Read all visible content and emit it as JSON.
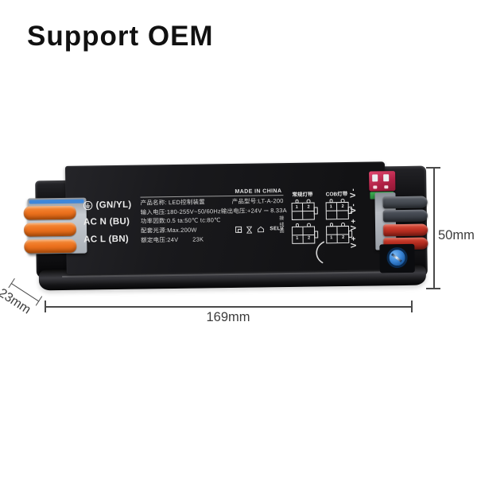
{
  "header": {
    "title": "Support OEM"
  },
  "device": {
    "made_in": "MADE IN CHINA",
    "input": {
      "earth_label": "(GN/YL)",
      "neutral_label": "AC N (BU)",
      "line_label": "AC L (BN)"
    },
    "specs": {
      "name": "产品名称: LED控制装置",
      "model": "产品型号:LT-A-200",
      "input_voltage": "输入电压:180-255V~50/60Hz",
      "output_voltage": "输出电压:+24V ⎓ 8.33A",
      "power_factor": "功率因数:0.5 ta:50℃ tc:80℃",
      "max_load": "配套光源:Max.200W",
      "rated_voltage": "额定电压:24V",
      "rated_code": "23K",
      "selv": "SELV"
    },
    "wiring": {
      "side_label": "接线图",
      "col1_title": "常规灯带",
      "col2_title": "COB灯带",
      "pin1": "1",
      "pin2": "2"
    },
    "output": {
      "polarity": "V+ V+ V- V-"
    }
  },
  "dimensions": {
    "height": "50mm",
    "depth": "23mm",
    "length": "169mm"
  },
  "colors": {
    "lever_orange": "#ED7320",
    "lever_red": "#C23528",
    "dip_red": "#C02449",
    "pcb_green": "#2F9E44",
    "pot_blue": "#2F7FD6",
    "body_black": "#17171A"
  }
}
